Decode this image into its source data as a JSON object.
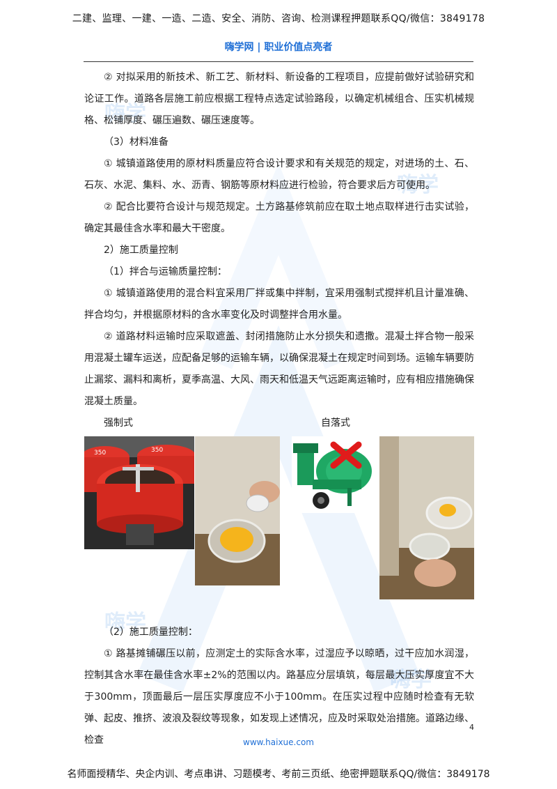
{
  "banner_top": "二建、监理、一建、一造、二造、安全、消防、咨询、检测课程押题联系QQ/微信：3849178",
  "site_header": "嗨学网 | 职业价值点亮者",
  "paragraphs_a": [
    "② 对拟采用的新技术、新工艺、新材料、新设备的工程项目，应提前做好试验研究和论证工作。道路各层施工前应根据工程特点选定试验路段，以确定机械组合、压实机械规格、松铺厚度、碾压遍数、碾压速度等。",
    "（3）材料准备",
    "① 城镇道路使用的原材料质量应符合设计要求和有关规范的规定，对进场的土、石、石灰、水泥、集料、水、沥青、钢筋等原材料应进行检验，符合要求后方可使用。",
    "② 配合比要符合设计与规范规定。土方路基修筑前应在取土地点取样进行击实试验，确定其最佳含水率和最大干密度。",
    "2）施工质量控制",
    "（1）拌合与运输质量控制：",
    "① 城镇道路使用的混合料宜采用厂拌或集中拌制，宜采用强制式搅拌机且计量准确、拌合均匀，并根据原材料的含水率变化及时调整拌合用水量。",
    "② 道路材料运输时应采取遮盖、封闭措施防止水分损失和遗撒。混凝土拌合物一般采用混凝土罐车运送，应配备足够的运输车辆，以确保混凝土在规定时间到场。运输车辆要防止漏浆、漏料和离析，夏季高温、大风、雨天和低温天气远距离运输时，应有相应措施确保混凝土质量。"
  ],
  "figure": {
    "label_left": "强制式",
    "label_right": "自落式",
    "mixer_tag_1": "350",
    "mixer_tag_2": "350"
  },
  "paragraphs_b": [
    "（2）施工质量控制：",
    "① 路基摊铺碾压以前，应测定土的实际含水率，过湿应予以晾晒，过干应加水润湿，控制其含水率在最佳含水率±2%的范围以内。路基应分层填筑，每层最大压实厚度宜不大于300mm，顶面最后一层压实厚度应不小于100mm。在压实过程中应随时检查有无软弹、起皮、推挤、波浪及裂纹等现象，如发现上述情况，应及时采取处治措施。道路边缘、检查"
  ],
  "watermark_text": "嗨学",
  "page_number": "4",
  "footer_url": "www.haixue.com",
  "banner_bottom": "名师面授精华、央企内训、考点串讲、习题模考、考前三页纸、绝密押题联系QQ/微信：3849178",
  "colors": {
    "brand_blue": "#1f6fd6",
    "mixer_red": "#e0342a",
    "mixer_green": "#1b9a5a",
    "reject_red": "#e01b1b"
  }
}
